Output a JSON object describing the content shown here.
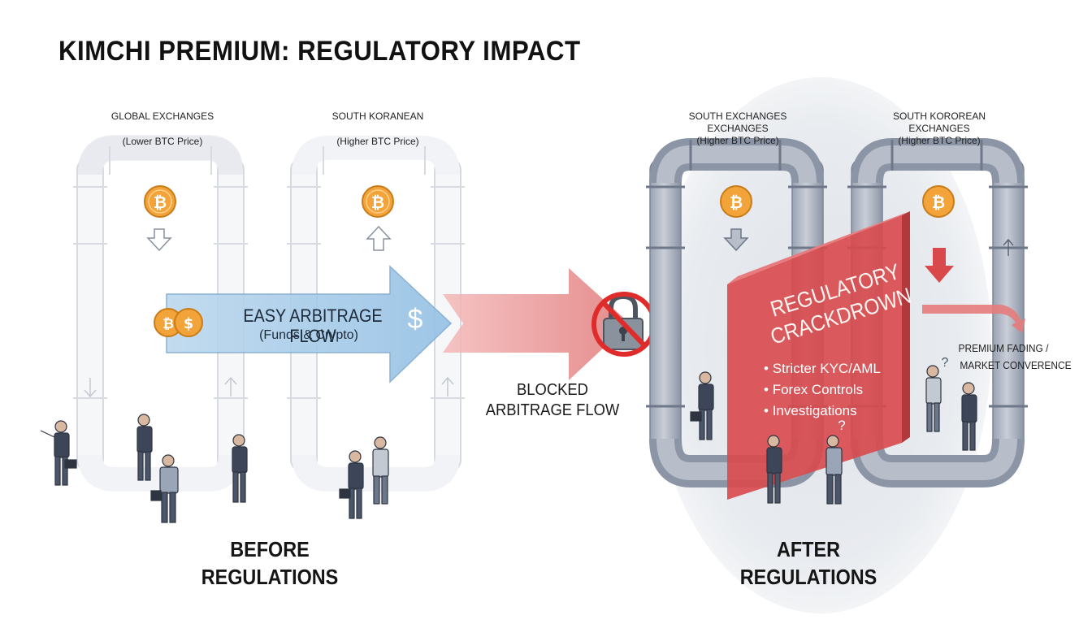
{
  "title": "KIMCHI PREMIUM: REGULATORY IMPACT",
  "before": {
    "left_exchange": {
      "name": "GLOBAL EXCHANGES",
      "price": "(Lower BTC Price)"
    },
    "right_exchange": {
      "name": "SOUTH KORANEAN",
      "price": "(Higher BTC Price)"
    },
    "flow_title": "EASY ARBITRAGE FLOW",
    "flow_subtitle": "(Funds & Crypto)",
    "dollar_symbol": "$",
    "coin_symbols": [
      "₿",
      "$"
    ],
    "caption_line1": "BEFORE",
    "caption_line2": "REGULATIONS"
  },
  "blocked": {
    "line1": "BLOCKED",
    "line2": "ARBITRAGE FLOW"
  },
  "after": {
    "left_exchange": {
      "line1": "SOUTH EXCHANGES",
      "line2": "EXCHANGES",
      "price": "(Higher BTC Price)"
    },
    "right_exchange": {
      "line1": "SOUTH KORORЕAN",
      "line2": "EXCHANGES",
      "price": "(Higher BTC Price)"
    },
    "wall_title_line1": "REGULATORY",
    "wall_title_line2": "CRACKDROWN",
    "bullets": [
      "Stricter KYC/AML",
      "Forex Controls",
      "Investigations"
    ],
    "question_mark": "?",
    "result_line1": "PREMIUM FADING /",
    "result_line2": "MARKET CONVERENCE",
    "caption_line1": "AFTER",
    "caption_line2": "REGULATIONS"
  },
  "bitcoin_symbol": "₿",
  "colors": {
    "pipe_light": "#eef0f3",
    "pipe_dark": "#a9b2c2",
    "arrow_blue": "#a9cde8",
    "arrow_red": "#e58a8a",
    "wall_red": "#d9494c",
    "coin_orange": "#f2a33a",
    "halo": "#e7eaee"
  }
}
